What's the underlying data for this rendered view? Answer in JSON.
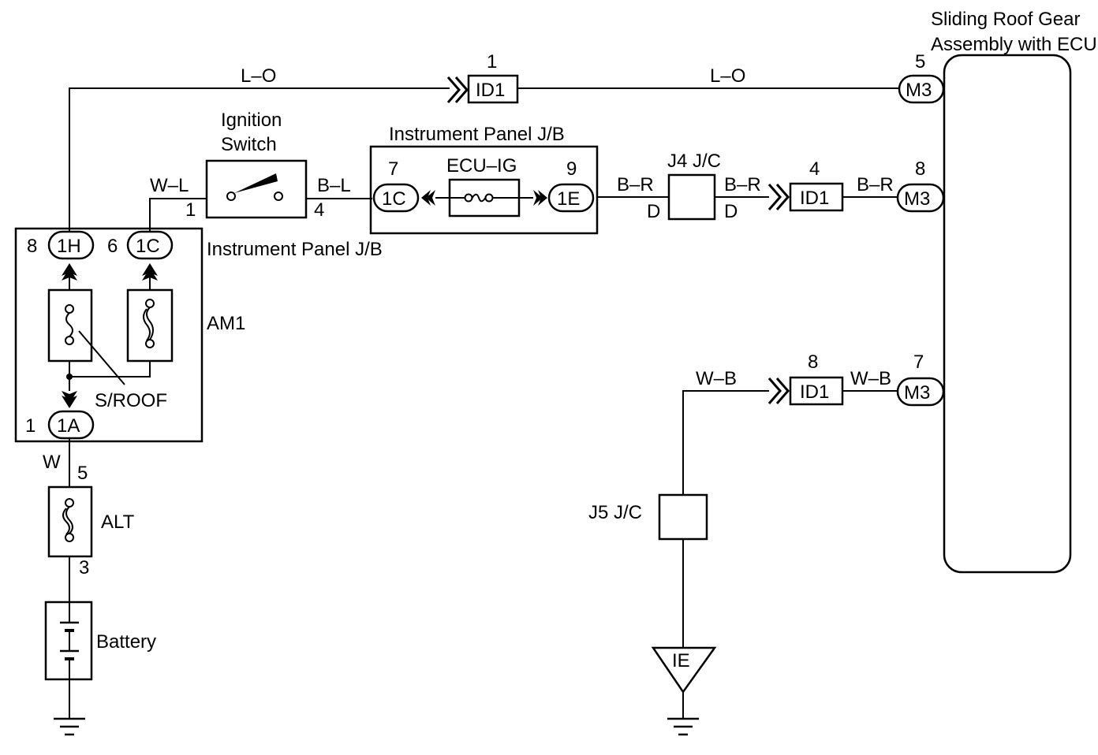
{
  "ecu": {
    "label_line1": "Sliding Roof Gear",
    "label_line2": "Assembly with ECU"
  },
  "wires": {
    "lo_left": "L–O",
    "lo_right": "L–O",
    "wl": "W–L",
    "bl": "B–L",
    "br1": "B–R",
    "br2": "B–R",
    "br3": "B–R",
    "d1": "D",
    "d2": "D",
    "wb1": "W–B",
    "wb2": "W–B",
    "w": "W"
  },
  "connectors": {
    "id1_top": {
      "label": "ID1",
      "pin": "1"
    },
    "id1_mid": {
      "label": "ID1",
      "pin": "4"
    },
    "id1_low": {
      "label": "ID1",
      "pin": "8"
    },
    "m3_top": {
      "label": "M3",
      "pin": "5"
    },
    "m3_mid": {
      "label": "M3",
      "pin": "8"
    },
    "m3_low": {
      "label": "M3",
      "pin": "7"
    },
    "c1c_panel": {
      "label": "1C",
      "pin": "7"
    },
    "c1e_panel": {
      "label": "1E",
      "pin": "9"
    },
    "c1h": {
      "label": "1H",
      "pin": "8"
    },
    "c1c_left": {
      "label": "1C",
      "pin": "6"
    },
    "c1a": {
      "label": "1A",
      "pin": "1"
    }
  },
  "ignition": {
    "line1": "Ignition",
    "line2": "Switch",
    "pin_in": "1",
    "pin_out": "4"
  },
  "panel_jb_top": {
    "label": "Instrument Panel J/B",
    "fuse": "ECU–IG"
  },
  "panel_jb_left": {
    "label": "Instrument Panel J/B"
  },
  "j4": {
    "label": "J4 J/C"
  },
  "j5": {
    "label": "J5 J/C"
  },
  "am1": {
    "label": "AM1"
  },
  "sroof": {
    "label": "S/ROOF"
  },
  "alt": {
    "label": "ALT",
    "pin_top": "5",
    "pin_bottom": "3"
  },
  "battery": {
    "label": "Battery"
  },
  "ground_ie": {
    "label": "IE"
  }
}
